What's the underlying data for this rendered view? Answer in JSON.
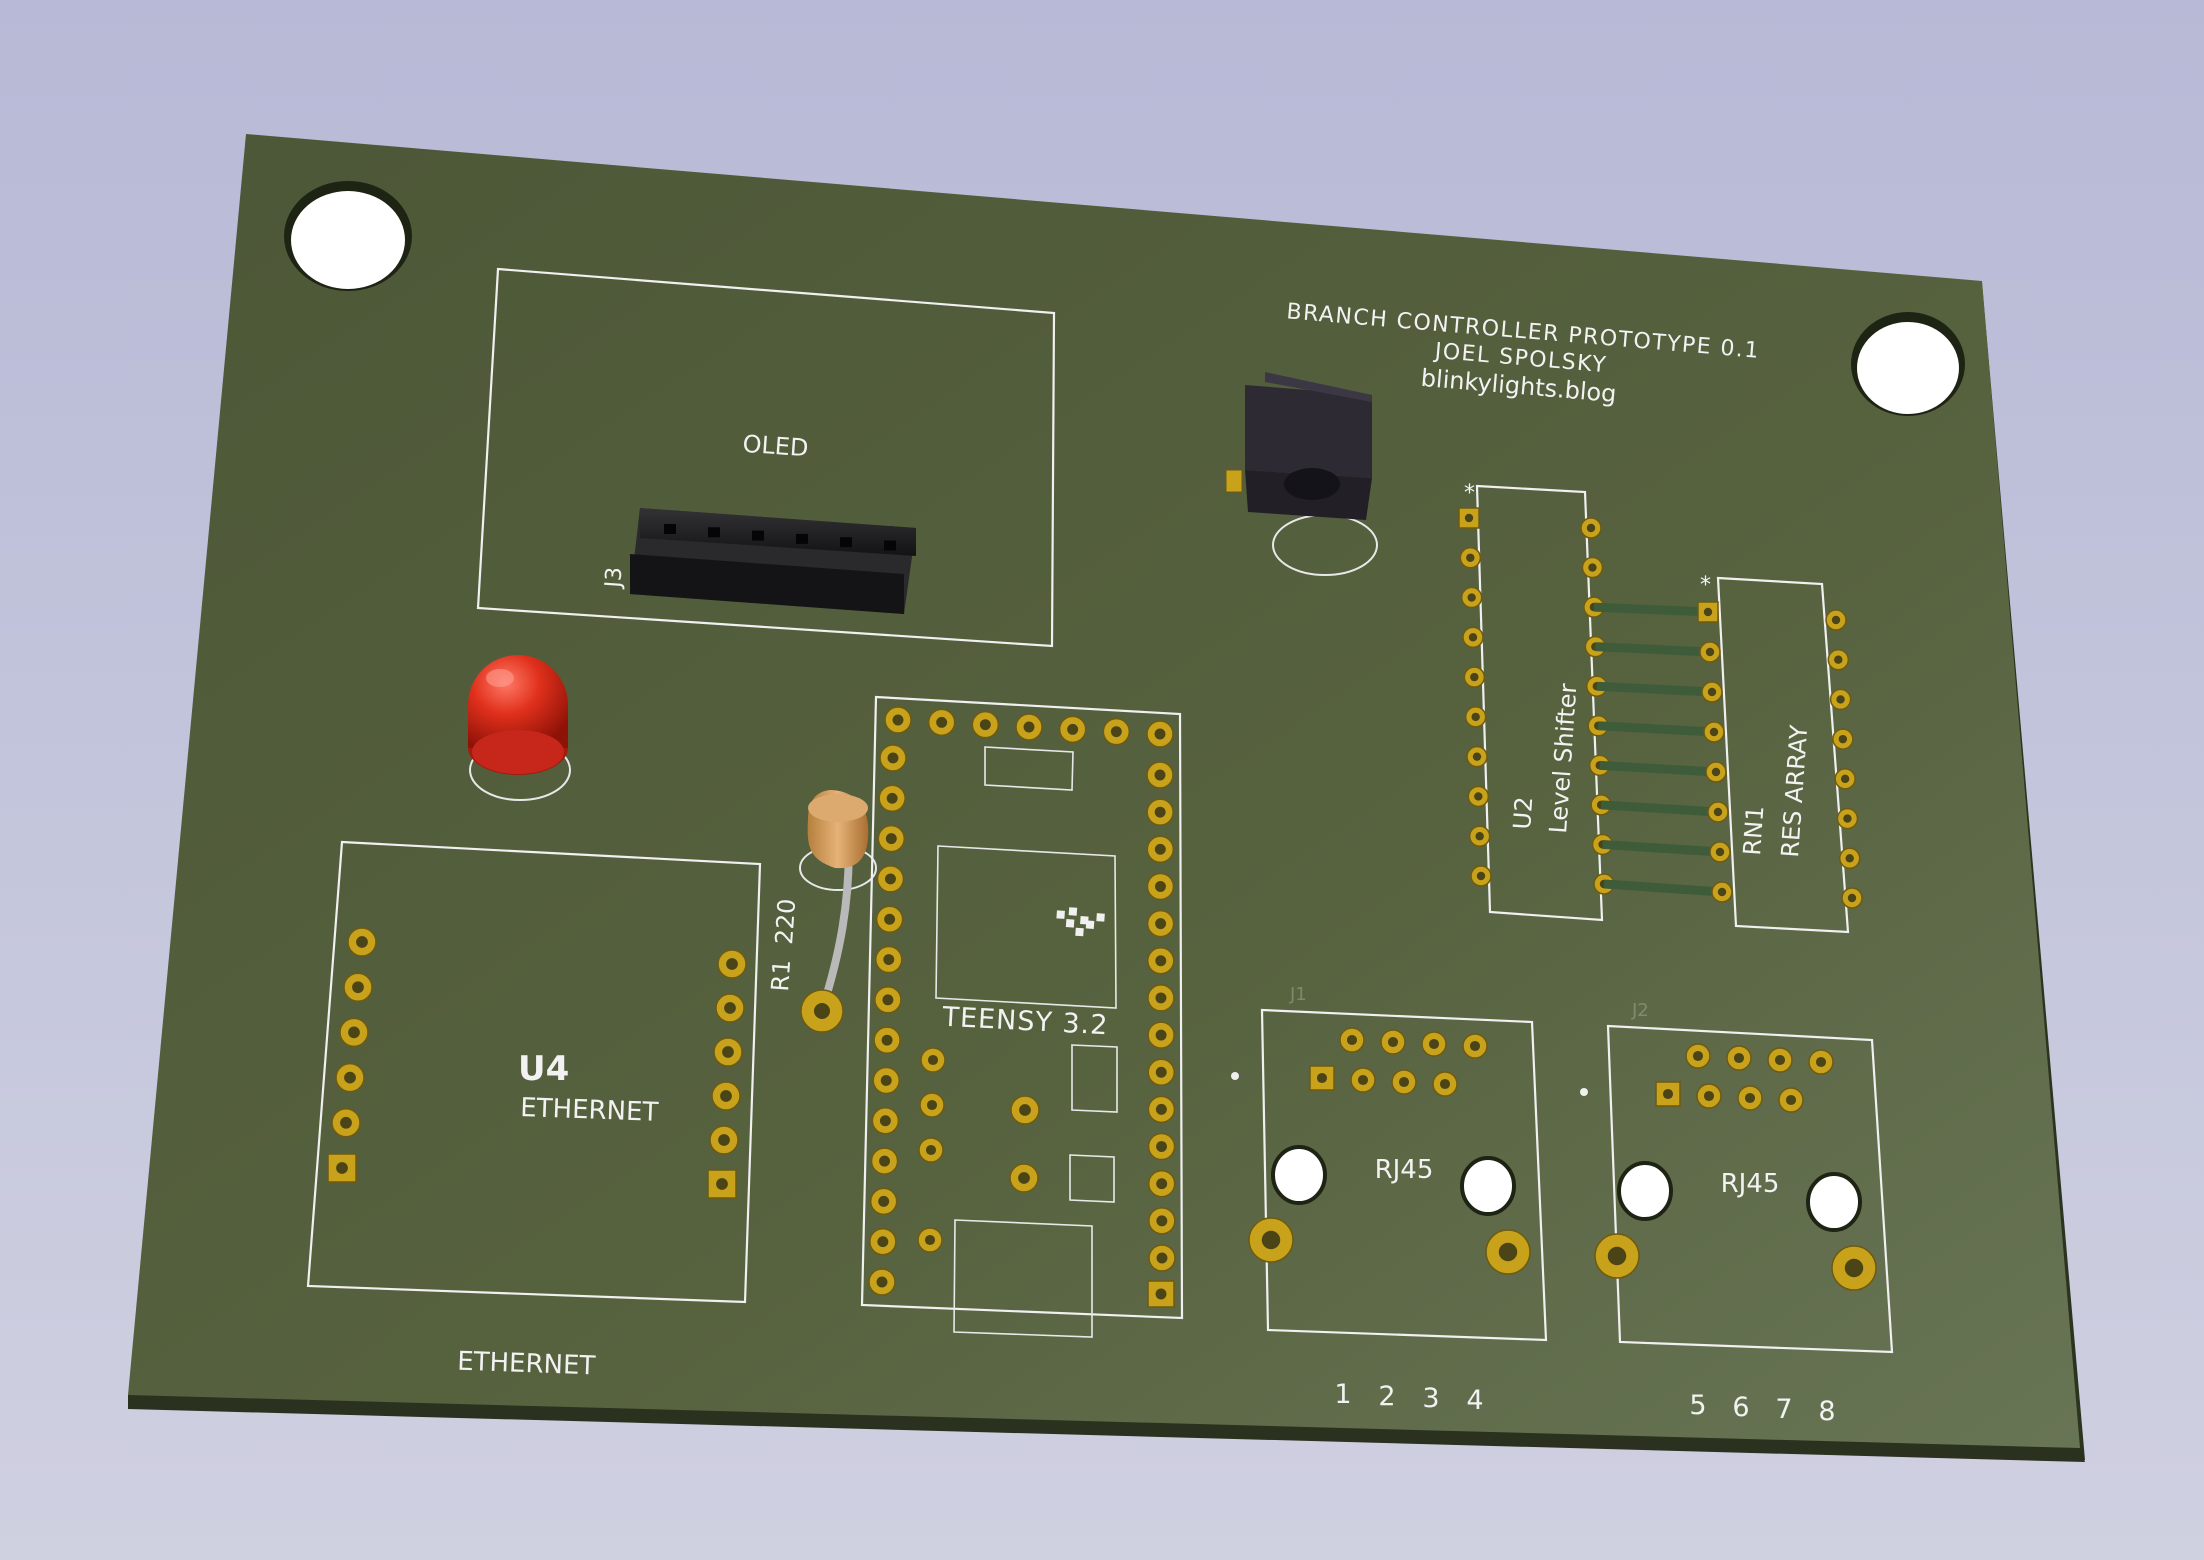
{
  "colors": {
    "background_top": "#b7b9d6",
    "board": "#4f5b3c",
    "board_edge": "#2c331f",
    "silkscreen": "#f0f0f0",
    "pad_gold": "#c9a21c",
    "led_red": "#d72a1a",
    "header_black": "#1c1c1e"
  },
  "board": {
    "title_line1": "BRANCH CONTROLLER PROTOTYPE 0.1",
    "title_line2": "JOEL SPOLSKY",
    "title_line3": "blinkylights.blog"
  },
  "oled": {
    "label": "OLED",
    "connector_ref": "J3"
  },
  "resistor": {
    "ref": "R1",
    "value": "220"
  },
  "teensy": {
    "label": "TEENSY 3.2"
  },
  "ethernet_module": {
    "ref": "U4",
    "label": "ETHERNET",
    "board_label": "ETHERNET"
  },
  "level_shifter": {
    "ref": "U2",
    "label": "Level Shifter",
    "pin1_marker": "*"
  },
  "resistor_array": {
    "ref": "RN1",
    "label": "RES ARRAY",
    "pin1_marker": "*"
  },
  "rj45_left": {
    "label": "RJ45",
    "ref": "J1",
    "ports": [
      "1",
      "2",
      "3",
      "4"
    ]
  },
  "rj45_right": {
    "label": "RJ45",
    "ref": "J2",
    "ports": [
      "5",
      "6",
      "7",
      "8"
    ]
  },
  "icons": {
    "led": "red-led-icon",
    "switch": "push-button-icon",
    "logo": "teensy-logo-icon",
    "mount": "mounting-hole-icon"
  }
}
